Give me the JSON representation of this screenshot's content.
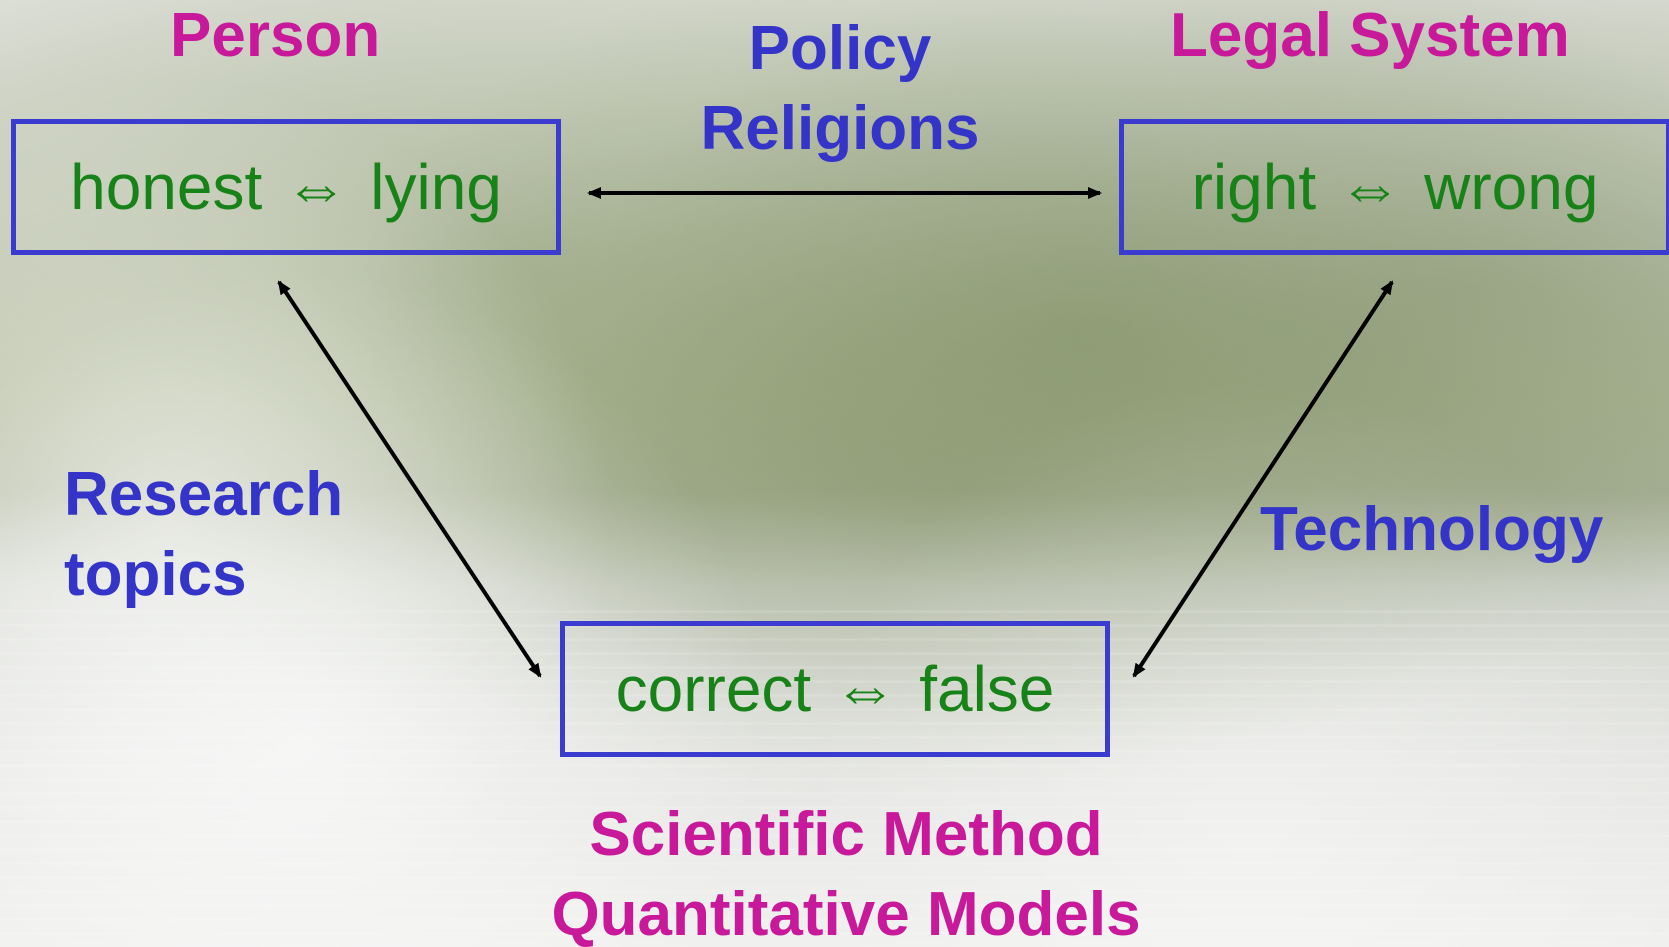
{
  "nodes": {
    "person": {
      "title": "Person",
      "left": "honest",
      "symbol": "⇔",
      "right": "lying"
    },
    "legal": {
      "title": "Legal System",
      "left": "right",
      "symbol": "⇔",
      "right": "wrong"
    },
    "science": {
      "title_lines": [
        "Scientific Method",
        "Quantitative Models"
      ],
      "left": "correct",
      "symbol": "⇔",
      "right": "false"
    }
  },
  "edges": {
    "top": [
      "Policy",
      "Religions"
    ],
    "left": [
      "Research",
      "topics"
    ],
    "right": [
      "Technology"
    ]
  },
  "colors": {
    "node_title": "#c8199b",
    "edge_label": "#3434c8",
    "box_border": "#3b3bd0",
    "box_text": "#178217",
    "arrow": "#000000"
  }
}
